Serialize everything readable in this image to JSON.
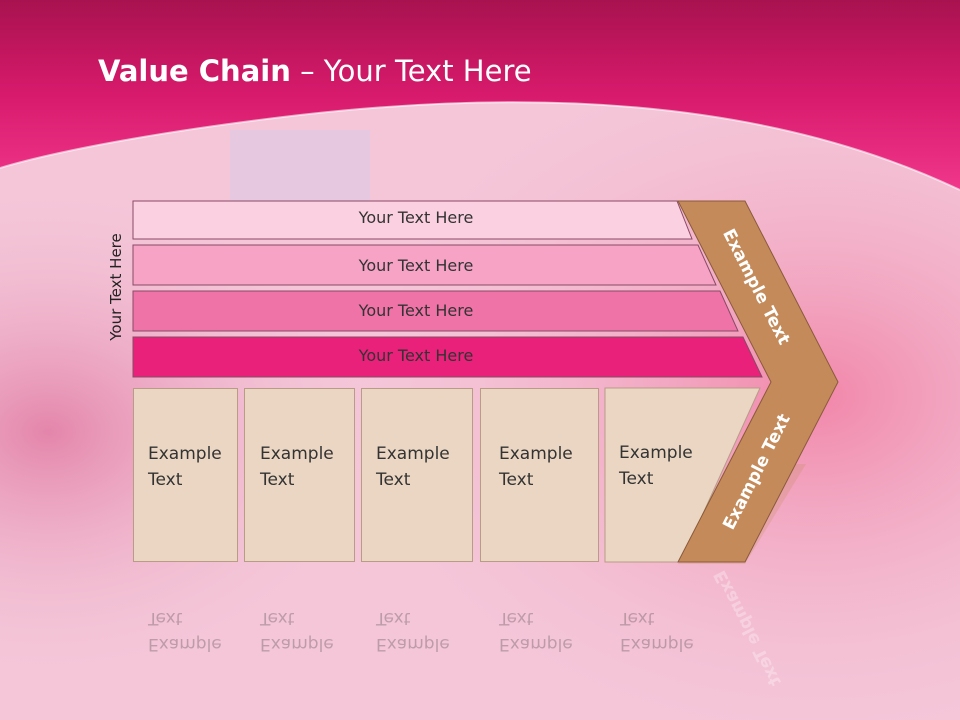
{
  "title": {
    "bold": "Value Chain",
    "rest": " – Your Text Here"
  },
  "side_label": "Your Text Here",
  "bars": [
    {
      "label": "Your Text Here",
      "color": "#fbd0e1"
    },
    {
      "label": "Your Text Here",
      "color": "#f6a3c6"
    },
    {
      "label": "Your Text Here",
      "color": "#f073a8"
    },
    {
      "label": "Your Text Here",
      "color": "#e9217a"
    }
  ],
  "boxes": [
    {
      "label": "Example Text"
    },
    {
      "label": "Example Text"
    },
    {
      "label": "Example Text"
    },
    {
      "label": "Example Text"
    },
    {
      "label": "Example Text"
    }
  ],
  "chevron": {
    "upper_label": "Example Text",
    "lower_label": "Example Text",
    "color": "#c48a5a"
  },
  "colors": {
    "header": "#e2187a",
    "box": "#ead6c2"
  }
}
